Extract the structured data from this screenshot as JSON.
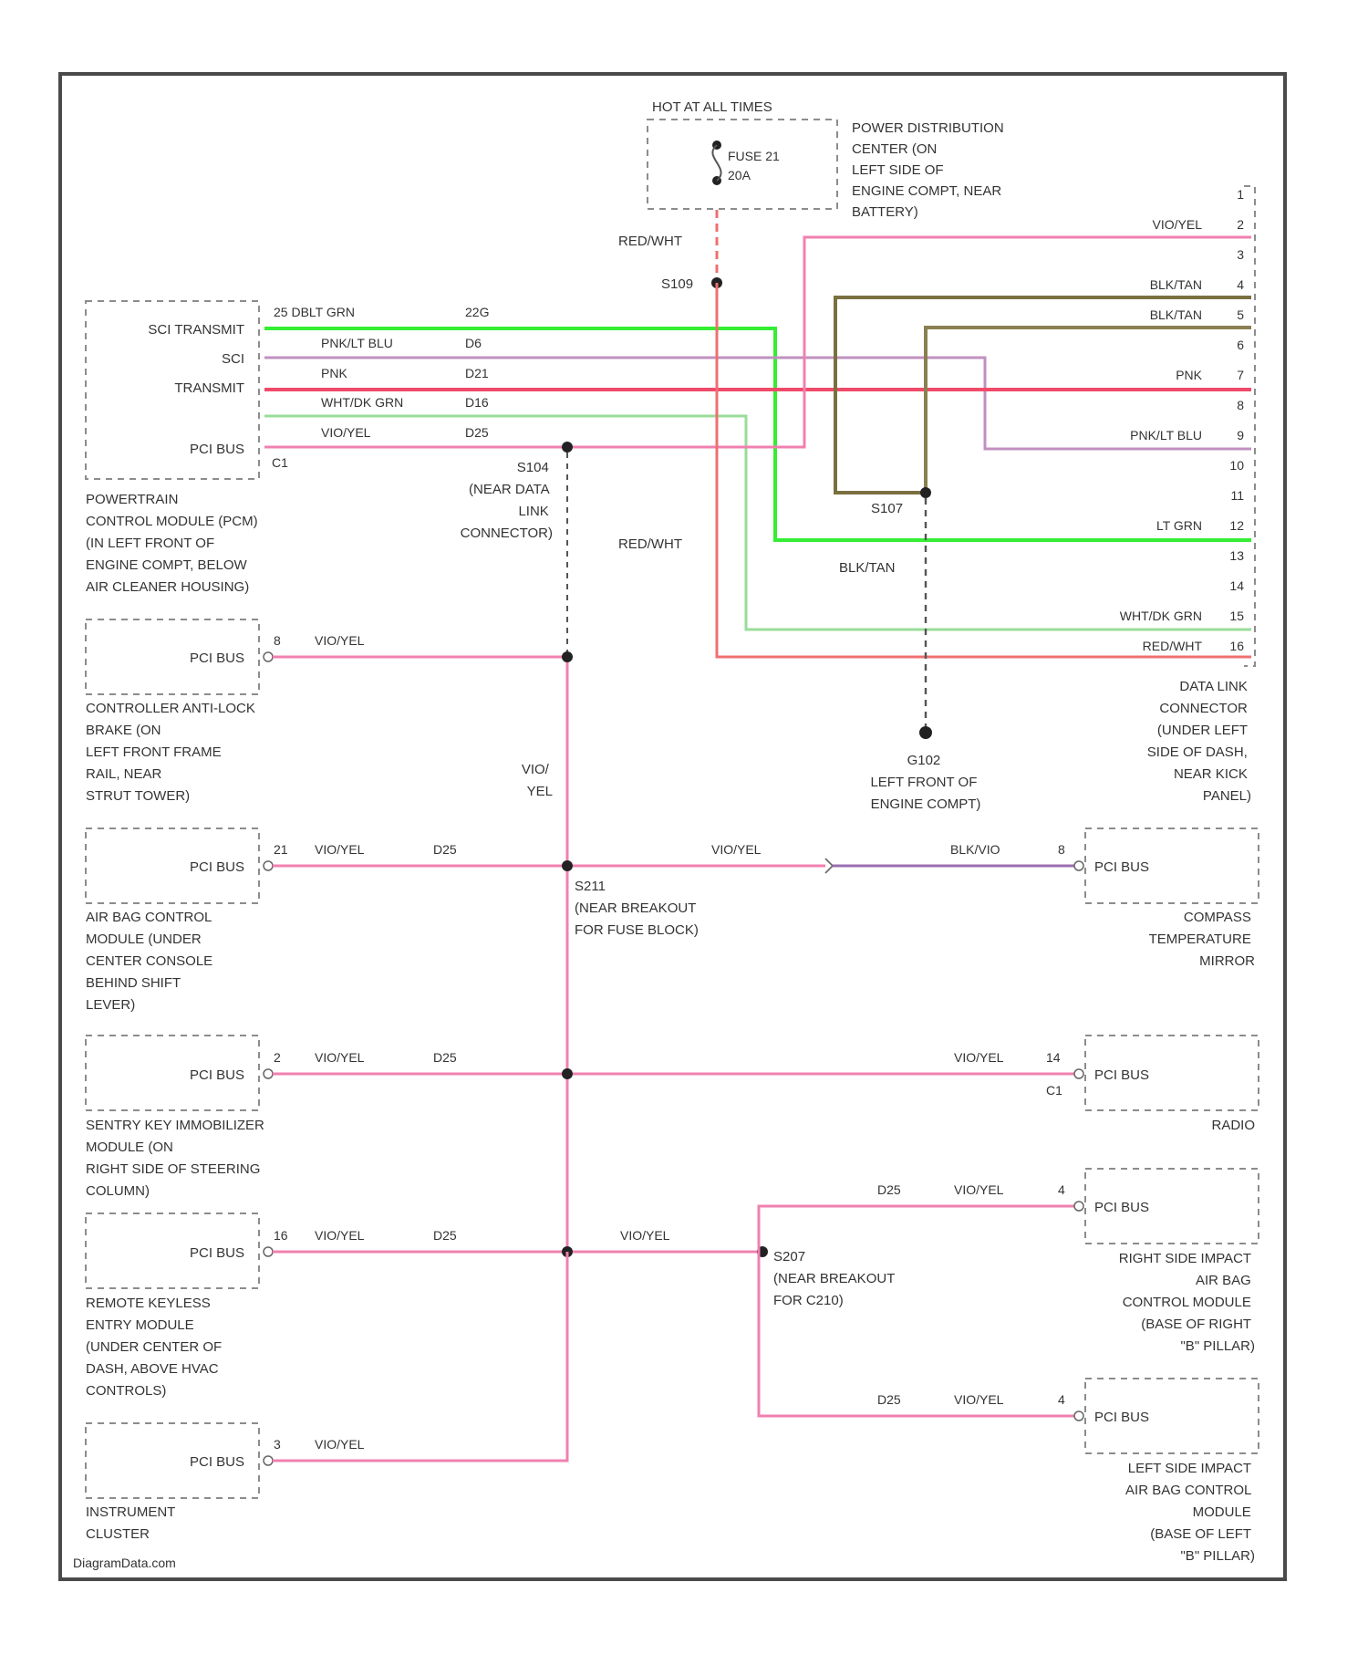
{
  "power": {
    "hot_label": "HOT AT ALL TIMES",
    "fuse": [
      "FUSE 21",
      "20A"
    ],
    "pdc": [
      "POWER DISTRIBUTION",
      "CENTER (ON",
      "LEFT SIDE OF",
      "ENGINE COMPT, NEAR",
      "BATTERY)"
    ],
    "wire": "RED/WHT",
    "splice": "S109"
  },
  "pcm": {
    "pins": [
      "SCI TRANSMIT",
      "SCI",
      "TRANSMIT",
      "PCI BUS"
    ],
    "conn": "C1",
    "wires": [
      {
        "label": "25 DBLT GRN",
        "size": "22G"
      },
      {
        "label": "PNK/LT BLU",
        "size": "D6"
      },
      {
        "label": "PNK",
        "size": "D21"
      },
      {
        "label": "WHT/DK GRN",
        "size": "D16"
      },
      {
        "label": "VIO/YEL",
        "size": "D25"
      }
    ],
    "caption": [
      "POWERTRAIN",
      "CONTROL MODULE (PCM)",
      "(IN LEFT FRONT OF",
      "ENGINE COMPT, BELOW",
      "AIR CLEANER HOUSING)"
    ]
  },
  "s104": [
    "S104",
    "(NEAR DATA",
    "LINK",
    "CONNECTOR)"
  ],
  "dlc": {
    "rows": [
      {
        "pin": "1",
        "wire": ""
      },
      {
        "pin": "2",
        "wire": "VIO/YEL"
      },
      {
        "pin": "3",
        "wire": ""
      },
      {
        "pin": "4",
        "wire": "BLK/TAN"
      },
      {
        "pin": "5",
        "wire": "BLK/TAN"
      },
      {
        "pin": "6",
        "wire": ""
      },
      {
        "pin": "7",
        "wire": "PNK"
      },
      {
        "pin": "8",
        "wire": ""
      },
      {
        "pin": "9",
        "wire": "PNK/LT BLU"
      },
      {
        "pin": "10",
        "wire": ""
      },
      {
        "pin": "11",
        "wire": ""
      },
      {
        "pin": "12",
        "wire": "LT GRN"
      },
      {
        "pin": "13",
        "wire": ""
      },
      {
        "pin": "14",
        "wire": ""
      },
      {
        "pin": "15",
        "wire": "WHT/DK GRN"
      },
      {
        "pin": "16",
        "wire": "RED/WHT"
      }
    ],
    "caption": [
      "DATA LINK",
      "CONNECTOR",
      "(UNDER LEFT",
      "SIDE OF DASH,",
      "NEAR KICK",
      "PANEL)"
    ]
  },
  "ground": {
    "splice": "S107",
    "wire": "BLK/TAN",
    "red_wire": "RED/WHT",
    "caption": [
      "G102",
      "LEFT FRONT OF",
      "ENGINE COMPT)"
    ]
  },
  "abs": {
    "pin_label": "PCI BUS",
    "pin": "8",
    "wire": "VIO/YEL",
    "caption": [
      "CONTROLLER ANTI-LOCK",
      "BRAKE (ON",
      "LEFT FRONT FRAME",
      "RAIL, NEAR",
      "STRUT TOWER)"
    ]
  },
  "trunk_label": [
    "VIO/",
    "YEL"
  ],
  "airbag": {
    "pin_label": "PCI BUS",
    "pin": "21",
    "wire": "VIO/YEL",
    "size": "D25",
    "caption": [
      "AIR BAG CONTROL",
      "MODULE (UNDER",
      "CENTER CONSOLE",
      "BEHIND SHIFT",
      "LEVER)"
    ]
  },
  "s211": [
    "S211",
    "(NEAR BREAKOUT",
    "FOR FUSE BLOCK)"
  ],
  "compass": {
    "wire_left": "VIO/YEL",
    "wire_right": "BLK/VIO",
    "pin": "8",
    "pin_label": "PCI BUS",
    "caption": [
      "COMPASS",
      "TEMPERATURE",
      "MIRROR"
    ]
  },
  "skim": {
    "pin_label": "PCI BUS",
    "pin": "2",
    "wire": "VIO/YEL",
    "size": "D25",
    "caption": [
      "SENTRY KEY IMMOBILIZER",
      "MODULE (ON",
      "RIGHT SIDE OF STEERING",
      "COLUMN)"
    ]
  },
  "radio": {
    "wire": "VIO/YEL",
    "pin": "14",
    "conn": "C1",
    "pin_label": "PCI BUS",
    "caption": [
      "RADIO"
    ]
  },
  "rke": {
    "pin_label": "PCI BUS",
    "pin": "16",
    "wire": "VIO/YEL",
    "size": "D25",
    "caption": [
      "REMOTE KEYLESS",
      "ENTRY MODULE",
      "(UNDER CENTER OF",
      "DASH, ABOVE HVAC",
      "CONTROLS)"
    ]
  },
  "s207": {
    "wire": "VIO/YEL",
    "label": [
      "S207",
      "(NEAR BREAKOUT",
      "FOR C210)"
    ]
  },
  "rsab": {
    "size": "D25",
    "wire": "VIO/YEL",
    "pin": "4",
    "pin_label": "PCI BUS",
    "caption": [
      "RIGHT SIDE IMPACT",
      "AIR BAG",
      "CONTROL MODULE",
      "(BASE OF RIGHT",
      "\"B\" PILLAR)"
    ]
  },
  "lsab": {
    "size": "D25",
    "wire": "VIO/YEL",
    "pin": "4",
    "pin_label": "PCI BUS",
    "caption": [
      "LEFT SIDE IMPACT",
      "AIR BAG CONTROL",
      "MODULE",
      "(BASE OF LEFT",
      "\"B\" PILLAR)"
    ]
  },
  "cluster": {
    "pin_label": "PCI BUS",
    "pin": "3",
    "wire": "VIO/YEL",
    "caption": [
      "INSTRUMENT",
      "CLUSTER"
    ]
  },
  "watermark": "DiagramData.com",
  "colors": {
    "pink": "#f080b0",
    "red": "#e03030",
    "red_wht": "#ee7070",
    "lt_grn": "#33ee33",
    "wht_dk_grn": "#99dd99",
    "blk_tan": "#7a6f40",
    "lilac": "#c090c0",
    "blk_vio": "#9b6fb0",
    "ground": "#555555"
  }
}
